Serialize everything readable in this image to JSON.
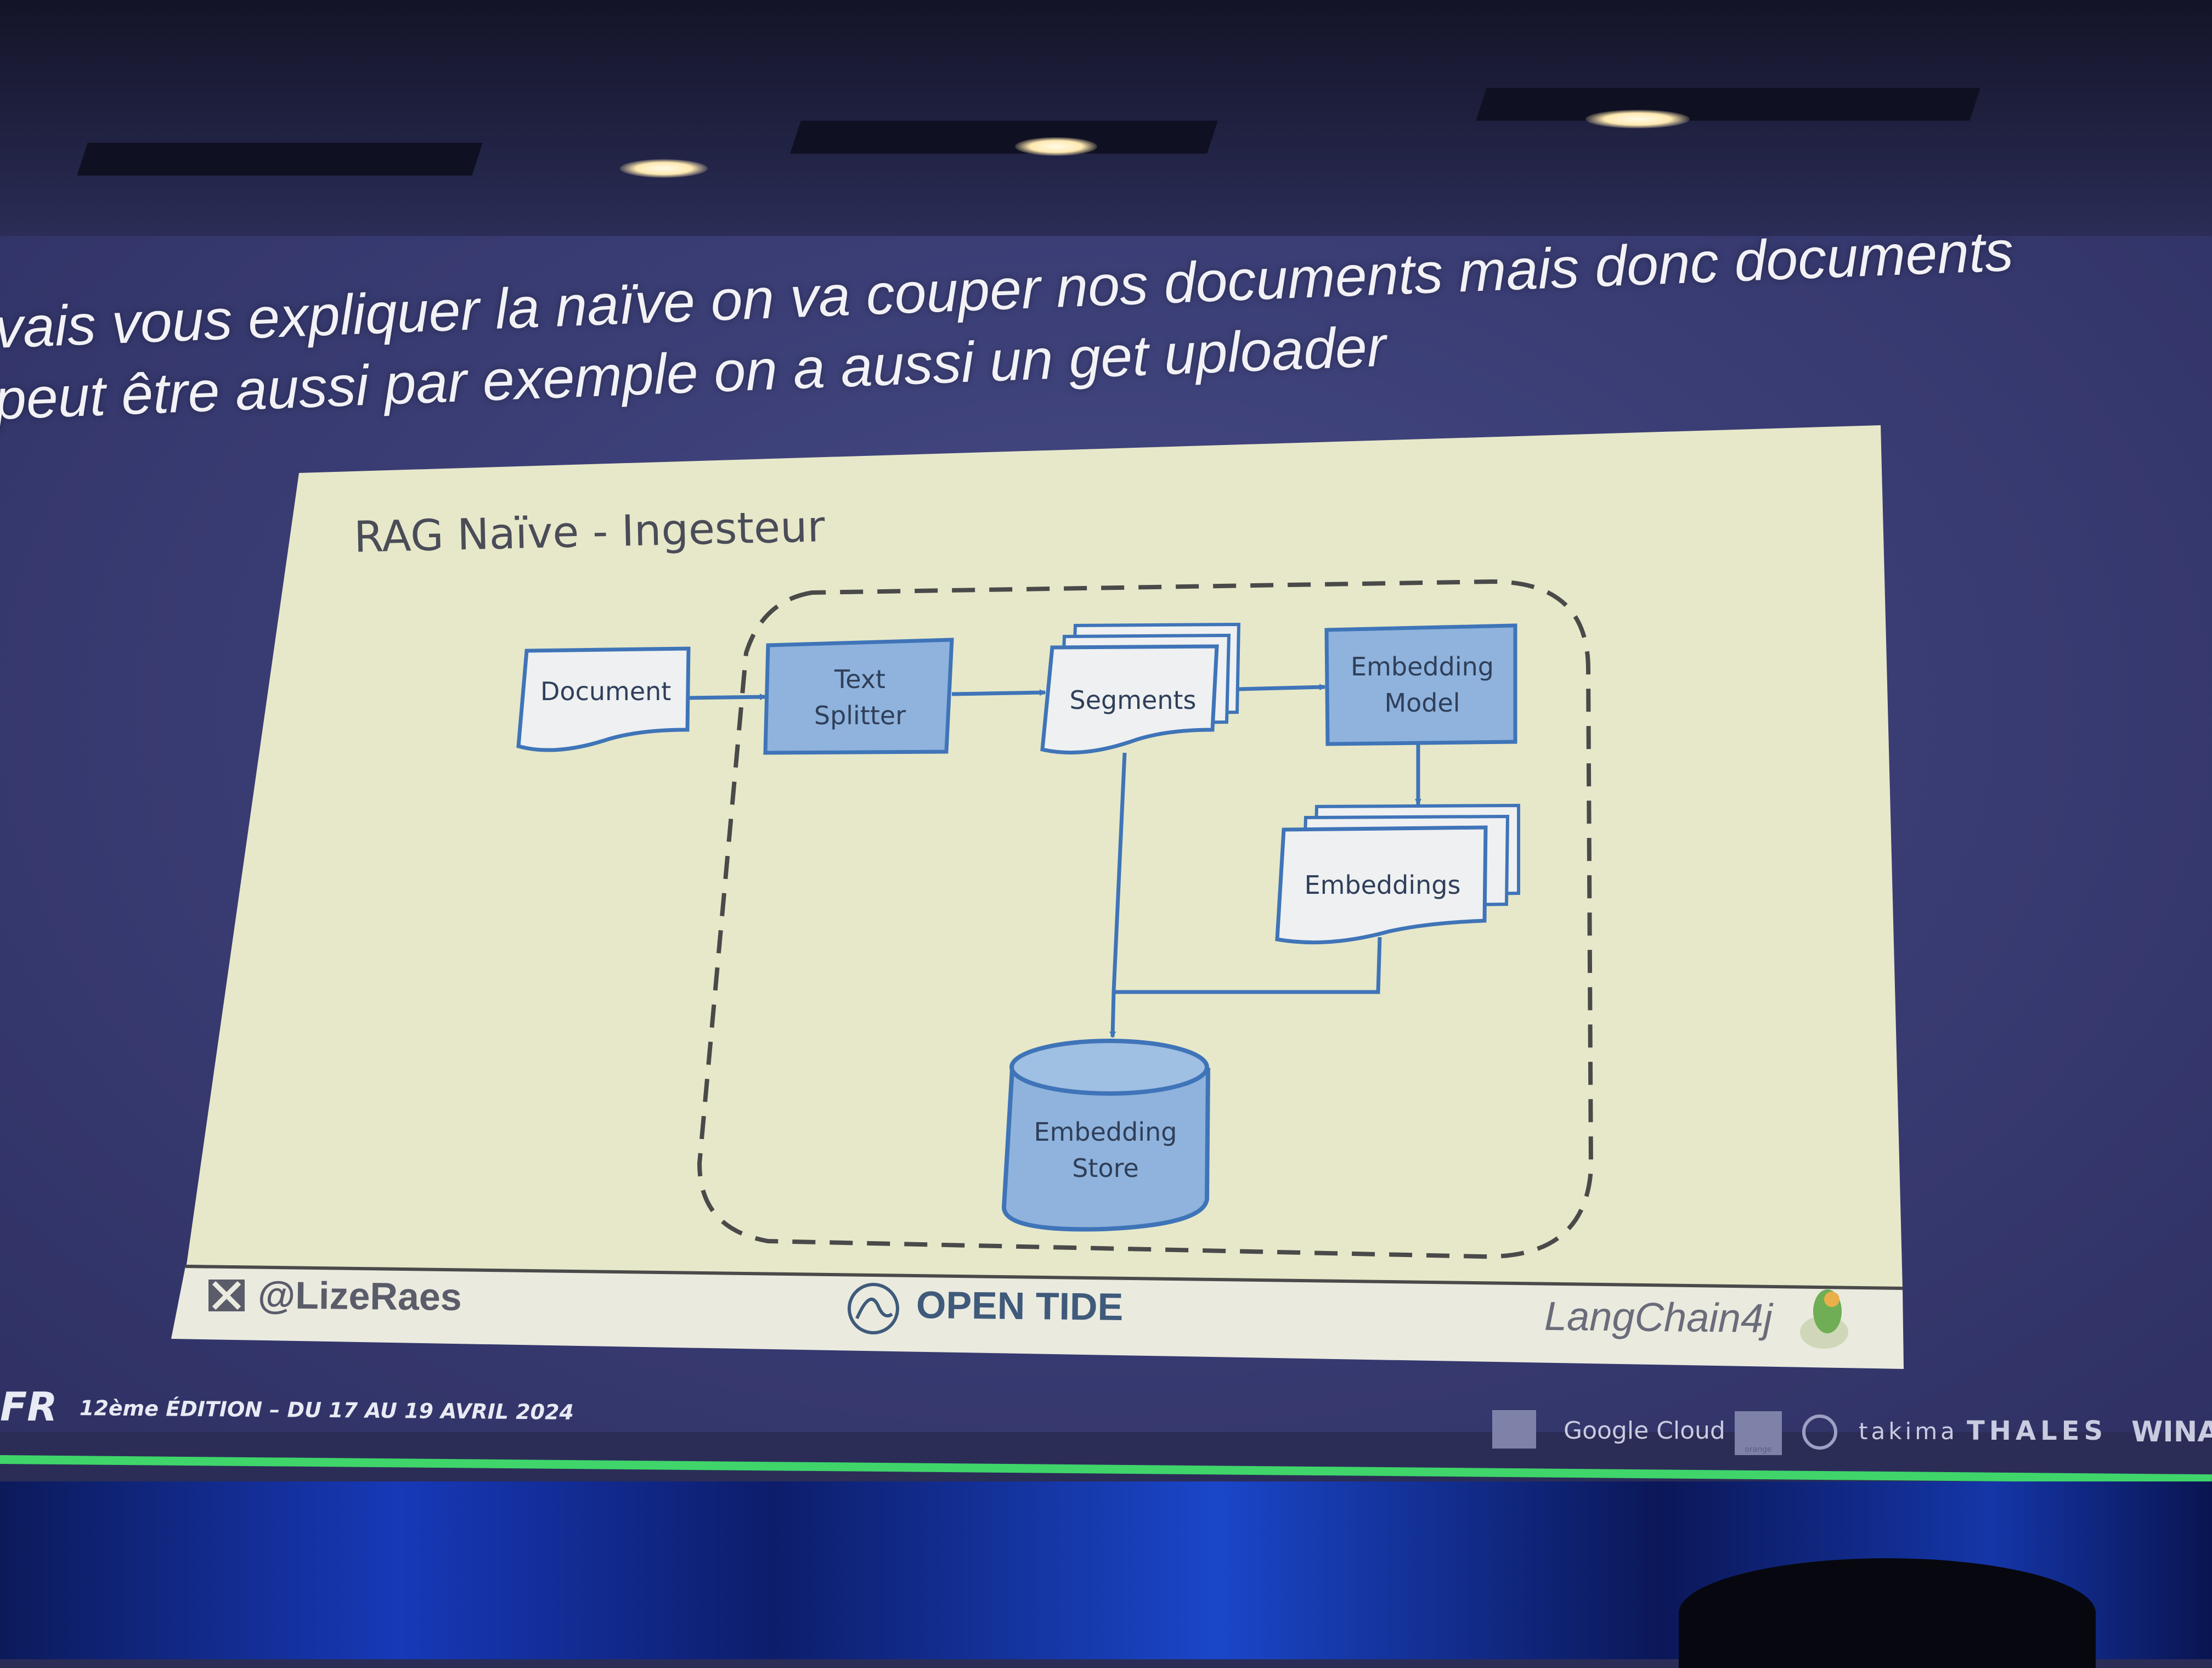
{
  "subtitles": {
    "line1": "vais vous expliquer la naïve on va couper nos documents mais donc documents",
    "line2": "peut être aussi par exemple on a aussi un get uploader"
  },
  "slide": {
    "title": "RAG Naïve - Ingesteur",
    "nodes": {
      "document": "Document",
      "text_splitter": [
        "Text",
        "Splitter"
      ],
      "segments": "Segments",
      "embedding_model": [
        "Embedding",
        "Model"
      ],
      "embeddings": "Embeddings",
      "embedding_store": [
        "Embedding",
        "Store"
      ]
    },
    "footer": {
      "handle": "@LizeRaes",
      "center": "OPEN TIDE",
      "right": "LangChain4j"
    }
  },
  "event": {
    "prefix": "FR",
    "edition": "12ème ÉDITION – DU 17 AU 19 AVRIL 2024"
  },
  "sponsors": [
    "Google Cloud",
    "orange",
    "takima",
    "THALES",
    "WINAM"
  ],
  "colors": {
    "slide_bg": "#e7e8c9",
    "box_fill": "#8fb3dc",
    "box_stroke": "#3f74b8",
    "dashed": "#4a4a4a"
  }
}
